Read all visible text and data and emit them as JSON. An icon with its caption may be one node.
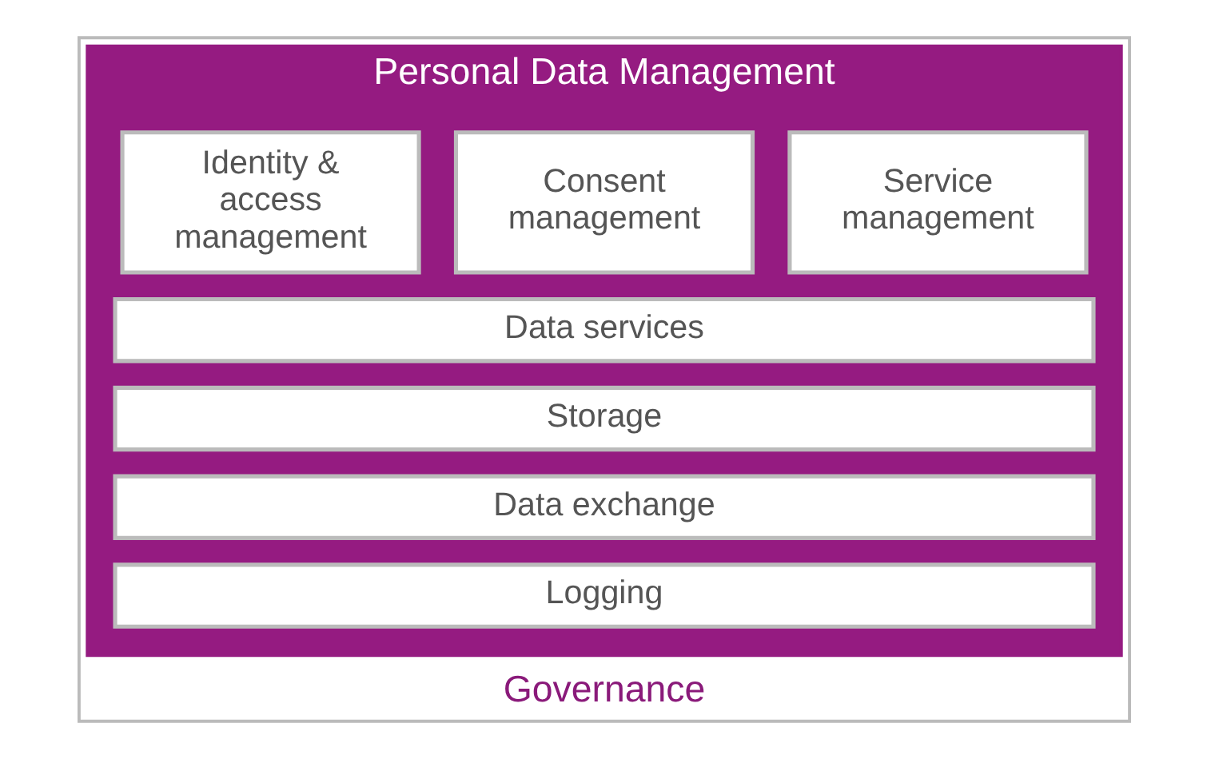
{
  "diagram": {
    "nodes": [
      {
        "text": [
          "Governance"
        ]
      },
      {
        "text": [
          "Personal Data Management"
        ],
        "in": 0
      },
      {
        "text": [
          "Identity & access management"
        ],
        "in": 1
      },
      {
        "text": [
          "Consent management"
        ],
        "in": 1
      },
      {
        "text": [
          "Service management"
        ],
        "in": 1
      },
      {
        "text": [
          "Data services"
        ],
        "in": 1
      },
      {
        "text": [
          "Storage"
        ],
        "in": 1
      },
      {
        "text": [
          "Data exchange"
        ],
        "in": 1
      },
      {
        "text": [
          "Logging"
        ],
        "in": 1
      }
    ]
  }
}
